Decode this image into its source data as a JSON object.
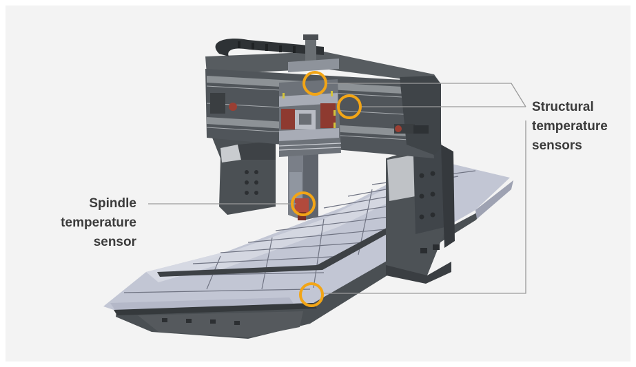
{
  "labels": {
    "structural": {
      "line1": "Structural",
      "line2": "temperature",
      "line3": "sensors"
    },
    "spindle": {
      "line1": "Spindle",
      "line2": "temperature",
      "line3": "sensor"
    }
  },
  "colors": {
    "background": "#f3f3f3",
    "sensor_ring": "#f2a516",
    "leader_line": "#9a9a9a",
    "label_text": "#3b3b3b",
    "machine_dark": "#474c4f",
    "machine_mid": "#5a6064",
    "bed_cover": "#bcc0cf",
    "bed_cover_light": "#d2d5e0",
    "spindle_red": "#b24a3c"
  },
  "icons": {
    "machine": "gantry-milling-machine-render",
    "sensor": "circle-ring-icon"
  }
}
